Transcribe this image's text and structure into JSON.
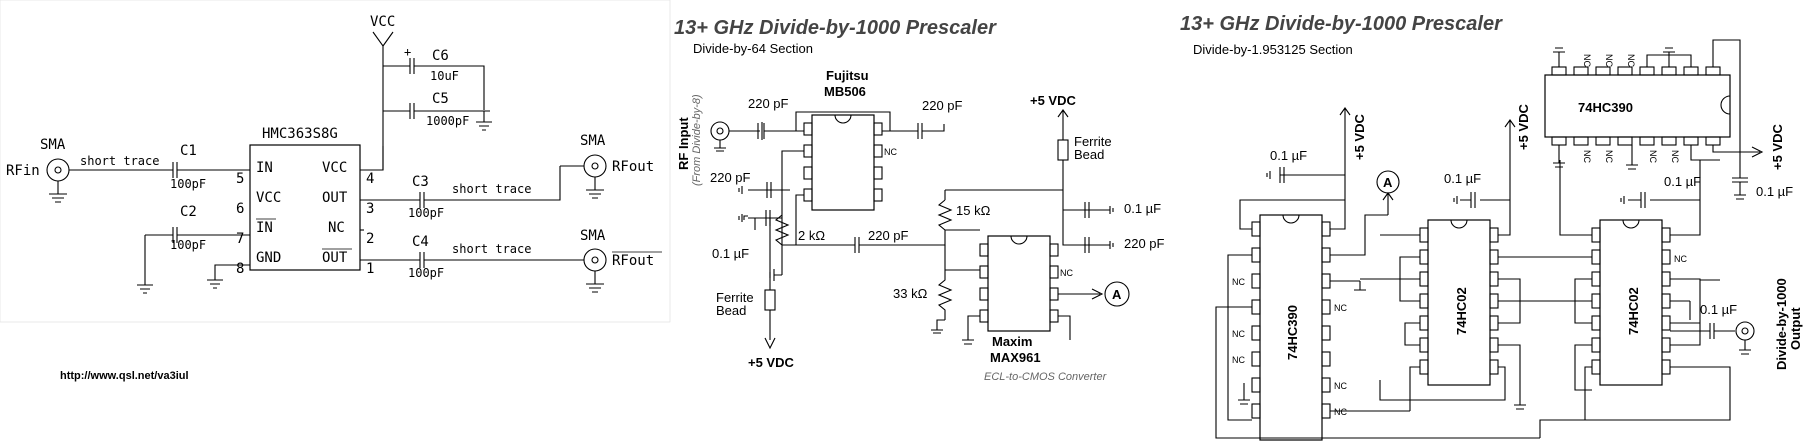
{
  "left": {
    "vcc_label": "VCC",
    "chip": "HMC363S8G",
    "pins": {
      "in": "IN",
      "vcc_l": "VCC",
      "inb": "IN",
      "gnd": "GND",
      "vcc_r": "VCC",
      "out": "OUT",
      "nc": "NC",
      "outb": "OUT"
    },
    "pin_numbers": {
      "p5": "5",
      "p6": "6",
      "p7": "7",
      "p8": "8",
      "p4": "4",
      "p3": "3",
      "p2": "2",
      "p1": "1"
    },
    "c6": {
      "name": "C6",
      "value": "10uF",
      "plus": "+"
    },
    "c5": {
      "name": "C5",
      "value": "1000pF"
    },
    "c1": {
      "name": "C1",
      "value": "100pF"
    },
    "c2": {
      "name": "C2",
      "value": "100pF"
    },
    "c3": {
      "name": "C3",
      "value": "100pF"
    },
    "c4": {
      "name": "C4",
      "value": "100pF"
    },
    "sma": "SMA",
    "rfin": "RFin",
    "rfout": "RFout",
    "rfoutb": "RFout",
    "short_trace": "short trace",
    "url": "http://www.qsl.net/va3iul"
  },
  "middle": {
    "title": "13+ GHz Divide-by-1000 Prescaler",
    "subtitle": "Divide-by-64 Section",
    "fujitsu": "Fujitsu",
    "mb506": "MB506",
    "rf_input": "RF Input",
    "from_div": "(From Divide-by-8)",
    "c220_a": "220 pF",
    "c220_b": "220 pF",
    "c220_c": "220 pF",
    "c220_d": "220 pF",
    "c220_e": "220 pF",
    "c01_a": "0.1 µF",
    "c01_b": "0.1 µF",
    "vdc_top": "+5 VDC",
    "vdc_bot": "+5 VDC",
    "ferrite_a": [
      "Ferrite",
      "Bead"
    ],
    "ferrite_b": [
      "Ferrite",
      "Bead"
    ],
    "r15k": "15 kΩ",
    "r2k": "2 kΩ",
    "r33k": "33 kΩ",
    "nc": "NC",
    "node_a": "A",
    "maxim": "Maxim",
    "max961": "MAX961",
    "converter": "ECL-to-CMOS Converter"
  },
  "right": {
    "title": "13+ GHz Divide-by-1000 Prescaler",
    "subtitle": "Divide-by-1.953125 Section",
    "ic390_top": "74HC390",
    "ic390_left": "74HC390",
    "ic02_a": "74HC02",
    "ic02_b": "74HC02",
    "vdc": "+5 VDC",
    "c01": "0.1 µF",
    "nc": "NC",
    "node_a": "A",
    "output": [
      "Divide-by-1000",
      "Output"
    ]
  }
}
